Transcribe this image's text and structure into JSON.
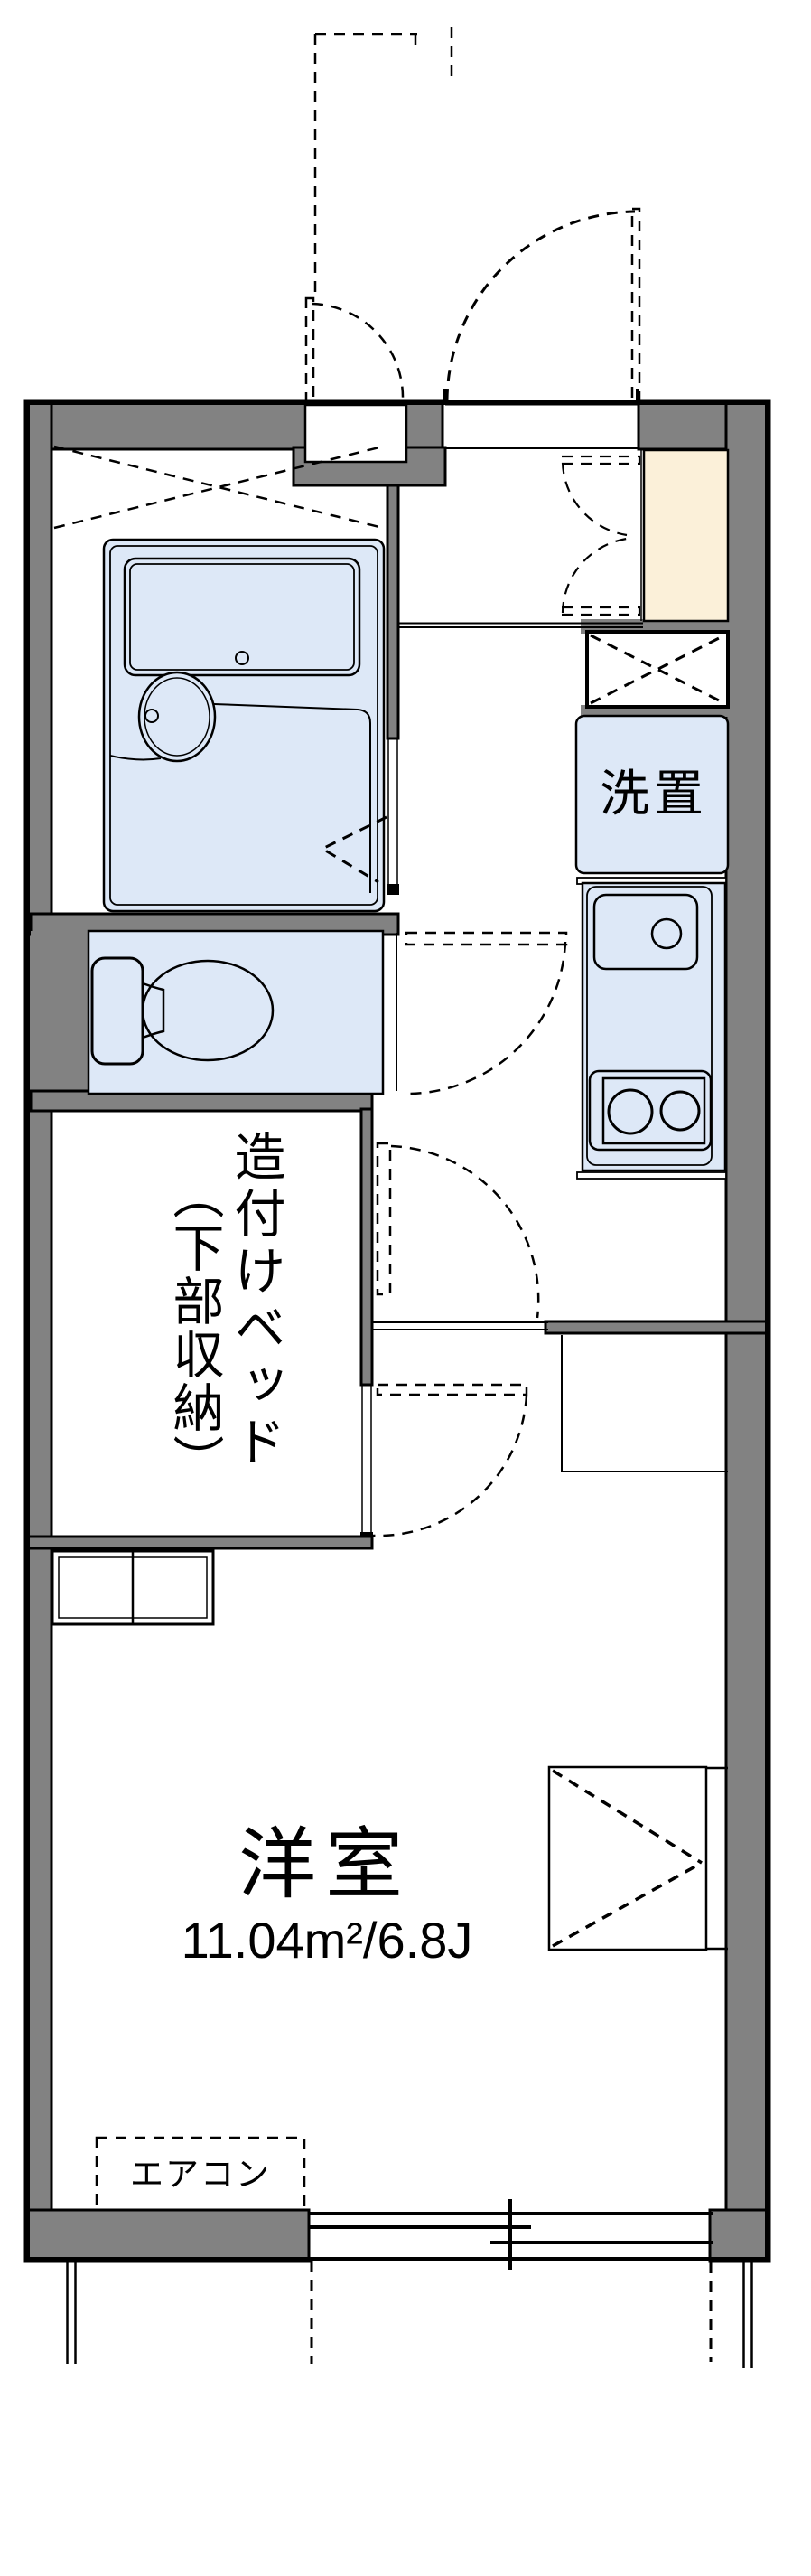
{
  "colors": {
    "wall_gray": "#828282",
    "fixture_blue": "#dde8f7",
    "cabinet_cream": "#fbf0d9",
    "line_black": "#000000"
  },
  "labels": {
    "washer_space": "洗置",
    "bed_label_main": "造付けベッド",
    "bed_label_sub": "（下部収納）",
    "room_name": "洋室",
    "room_area": "11.04m²/6.8J",
    "aircon": "エアコン"
  }
}
